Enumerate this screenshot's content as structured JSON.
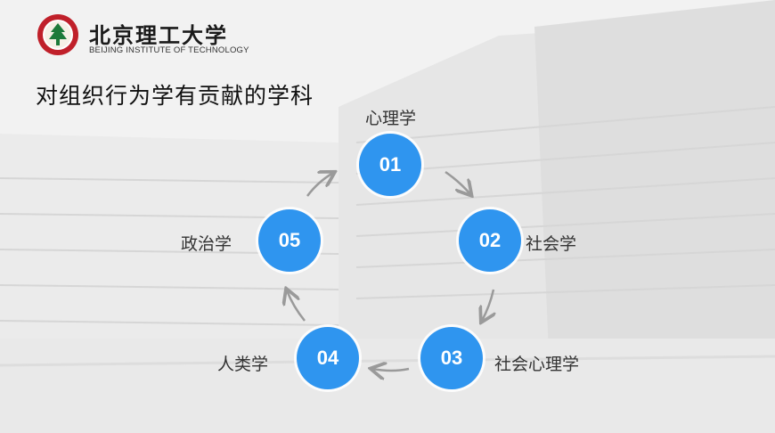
{
  "logo": {
    "name_cn": "北京理工大学",
    "name_en": "BEIJING INSTITUTE OF TECHNOLOGY"
  },
  "slide": {
    "title": "对组织行为学有贡献的学科"
  },
  "cycle": [
    {
      "num": "01",
      "label": "心理学"
    },
    {
      "num": "02",
      "label": "社会学"
    },
    {
      "num": "03",
      "label": "社会心理学"
    },
    {
      "num": "04",
      "label": "人类学"
    },
    {
      "num": "05",
      "label": "政治学"
    }
  ],
  "colors": {
    "node": "#2f95ef",
    "arrow": "#9a9a9a",
    "logo_red": "#c0202a",
    "logo_green": "#1e7a3a"
  }
}
